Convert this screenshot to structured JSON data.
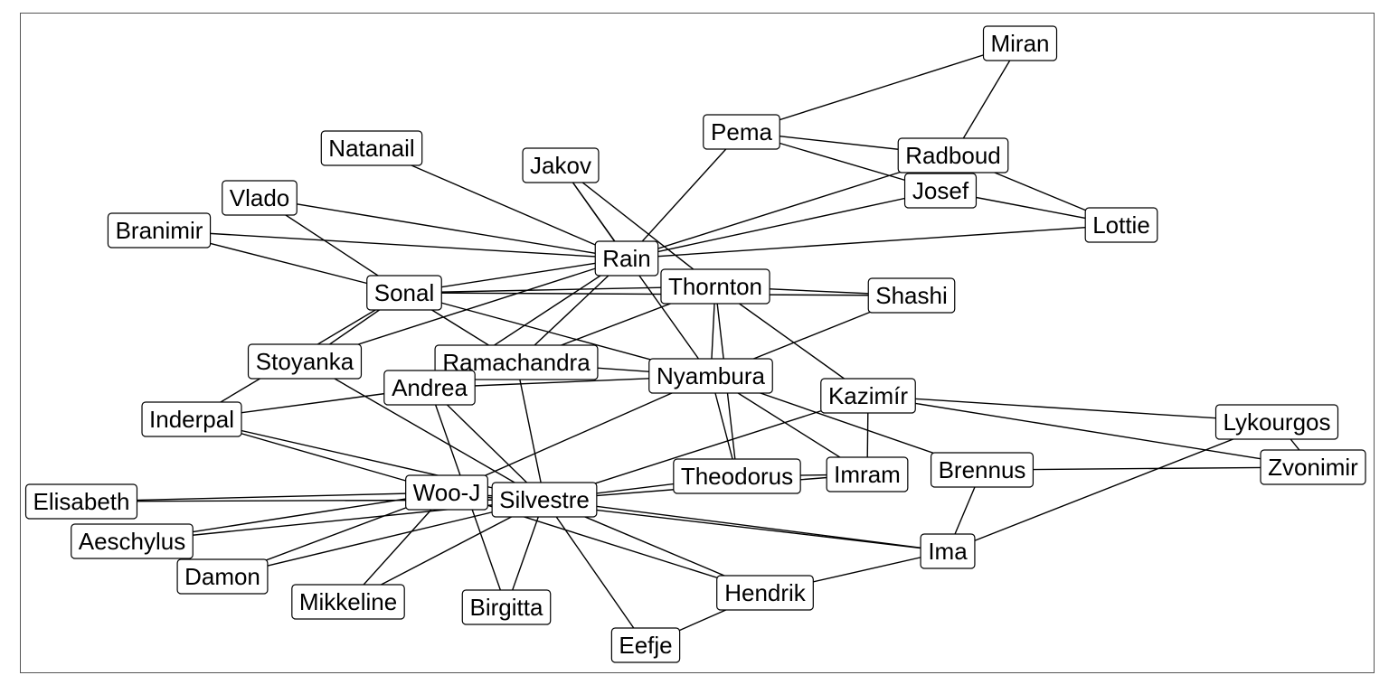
{
  "nodes": [
    {
      "id": "miran",
      "label": "Miran"
    },
    {
      "id": "pema",
      "label": "Pema"
    },
    {
      "id": "radboud",
      "label": "Radboud"
    },
    {
      "id": "natanail",
      "label": "Natanail"
    },
    {
      "id": "jakov",
      "label": "Jakov"
    },
    {
      "id": "josef",
      "label": "Josef"
    },
    {
      "id": "vlado",
      "label": "Vlado"
    },
    {
      "id": "lottie",
      "label": "Lottie"
    },
    {
      "id": "branimir",
      "label": "Branimir"
    },
    {
      "id": "rain",
      "label": "Rain"
    },
    {
      "id": "thornton",
      "label": "Thornton"
    },
    {
      "id": "sonal",
      "label": "Sonal"
    },
    {
      "id": "shashi",
      "label": "Shashi"
    },
    {
      "id": "stoyanka",
      "label": "Stoyanka"
    },
    {
      "id": "ramachandra",
      "label": "Ramachandra"
    },
    {
      "id": "nyambura",
      "label": "Nyambura"
    },
    {
      "id": "andrea",
      "label": "Andrea"
    },
    {
      "id": "kazimir",
      "label": "Kazimír"
    },
    {
      "id": "inderpal",
      "label": "Inderpal"
    },
    {
      "id": "lykourgos",
      "label": "Lykourgos"
    },
    {
      "id": "zvonimir",
      "label": "Zvonimir"
    },
    {
      "id": "brennus",
      "label": "Brennus"
    },
    {
      "id": "imram",
      "label": "Imram"
    },
    {
      "id": "theodorus",
      "label": "Theodorus"
    },
    {
      "id": "woo",
      "label": "Woo-J"
    },
    {
      "id": "silvestre",
      "label": "Silvestre"
    },
    {
      "id": "elisabeth",
      "label": "Elisabeth"
    },
    {
      "id": "aeschylus",
      "label": "Aeschylus"
    },
    {
      "id": "ima",
      "label": "Ima"
    },
    {
      "id": "damon",
      "label": "Damon"
    },
    {
      "id": "hendrik",
      "label": "Hendrik"
    },
    {
      "id": "mikkeline",
      "label": "Mikkeline"
    },
    {
      "id": "birgitta",
      "label": "Birgitta"
    },
    {
      "id": "eefje",
      "label": "Eefje"
    }
  ],
  "edges": [
    [
      "miran",
      "pema"
    ],
    [
      "miran",
      "radboud"
    ],
    [
      "pema",
      "radboud"
    ],
    [
      "pema",
      "josef"
    ],
    [
      "pema",
      "rain"
    ],
    [
      "radboud",
      "lottie"
    ],
    [
      "radboud",
      "rain"
    ],
    [
      "josef",
      "lottie"
    ],
    [
      "josef",
      "rain"
    ],
    [
      "lottie",
      "rain"
    ],
    [
      "natanail",
      "rain"
    ],
    [
      "jakov",
      "rain"
    ],
    [
      "jakov",
      "thornton"
    ],
    [
      "jakov",
      "nyambura"
    ],
    [
      "vlado",
      "rain"
    ],
    [
      "vlado",
      "sonal"
    ],
    [
      "branimir",
      "rain"
    ],
    [
      "branimir",
      "sonal"
    ],
    [
      "rain",
      "sonal"
    ],
    [
      "rain",
      "ramachandra"
    ],
    [
      "rain",
      "andrea"
    ],
    [
      "rain",
      "stoyanka"
    ],
    [
      "sonal",
      "thornton"
    ],
    [
      "sonal",
      "shashi"
    ],
    [
      "sonal",
      "nyambura"
    ],
    [
      "sonal",
      "ramachandra"
    ],
    [
      "sonal",
      "stoyanka"
    ],
    [
      "sonal",
      "inderpal"
    ],
    [
      "thornton",
      "shashi"
    ],
    [
      "thornton",
      "ramachandra"
    ],
    [
      "thornton",
      "nyambura"
    ],
    [
      "thornton",
      "kazimir"
    ],
    [
      "thornton",
      "theodorus"
    ],
    [
      "shashi",
      "nyambura"
    ],
    [
      "ramachandra",
      "nyambura"
    ],
    [
      "ramachandra",
      "silvestre"
    ],
    [
      "nyambura",
      "andrea"
    ],
    [
      "nyambura",
      "theodorus"
    ],
    [
      "nyambura",
      "imram"
    ],
    [
      "nyambura",
      "brennus"
    ],
    [
      "nyambura",
      "woo"
    ],
    [
      "andrea",
      "inderpal"
    ],
    [
      "andrea",
      "birgitta"
    ],
    [
      "andrea",
      "silvestre"
    ],
    [
      "stoyanka",
      "silvestre"
    ],
    [
      "kazimir",
      "lykourgos"
    ],
    [
      "kazimir",
      "zvonimir"
    ],
    [
      "kazimir",
      "imram"
    ],
    [
      "kazimir",
      "silvestre"
    ],
    [
      "lykourgos",
      "zvonimir"
    ],
    [
      "lykourgos",
      "ima"
    ],
    [
      "brennus",
      "zvonimir"
    ],
    [
      "brennus",
      "ima"
    ],
    [
      "imram",
      "theodorus"
    ],
    [
      "theodorus",
      "silvestre"
    ],
    [
      "inderpal",
      "woo"
    ],
    [
      "inderpal",
      "silvestre"
    ],
    [
      "woo",
      "elisabeth"
    ],
    [
      "woo",
      "aeschylus"
    ],
    [
      "woo",
      "damon"
    ],
    [
      "woo",
      "mikkeline"
    ],
    [
      "woo",
      "silvestre"
    ],
    [
      "silvestre",
      "elisabeth"
    ],
    [
      "silvestre",
      "aeschylus"
    ],
    [
      "silvestre",
      "damon"
    ],
    [
      "silvestre",
      "mikkeline"
    ],
    [
      "silvestre",
      "birgitta"
    ],
    [
      "silvestre",
      "eefje"
    ],
    [
      "silvestre",
      "hendrik"
    ],
    [
      "silvestre",
      "ima"
    ],
    [
      "silvestre",
      "imram"
    ],
    [
      "woo",
      "hendrik"
    ],
    [
      "woo",
      "ima"
    ],
    [
      "hendrik",
      "ima"
    ],
    [
      "hendrik",
      "eefje"
    ]
  ]
}
